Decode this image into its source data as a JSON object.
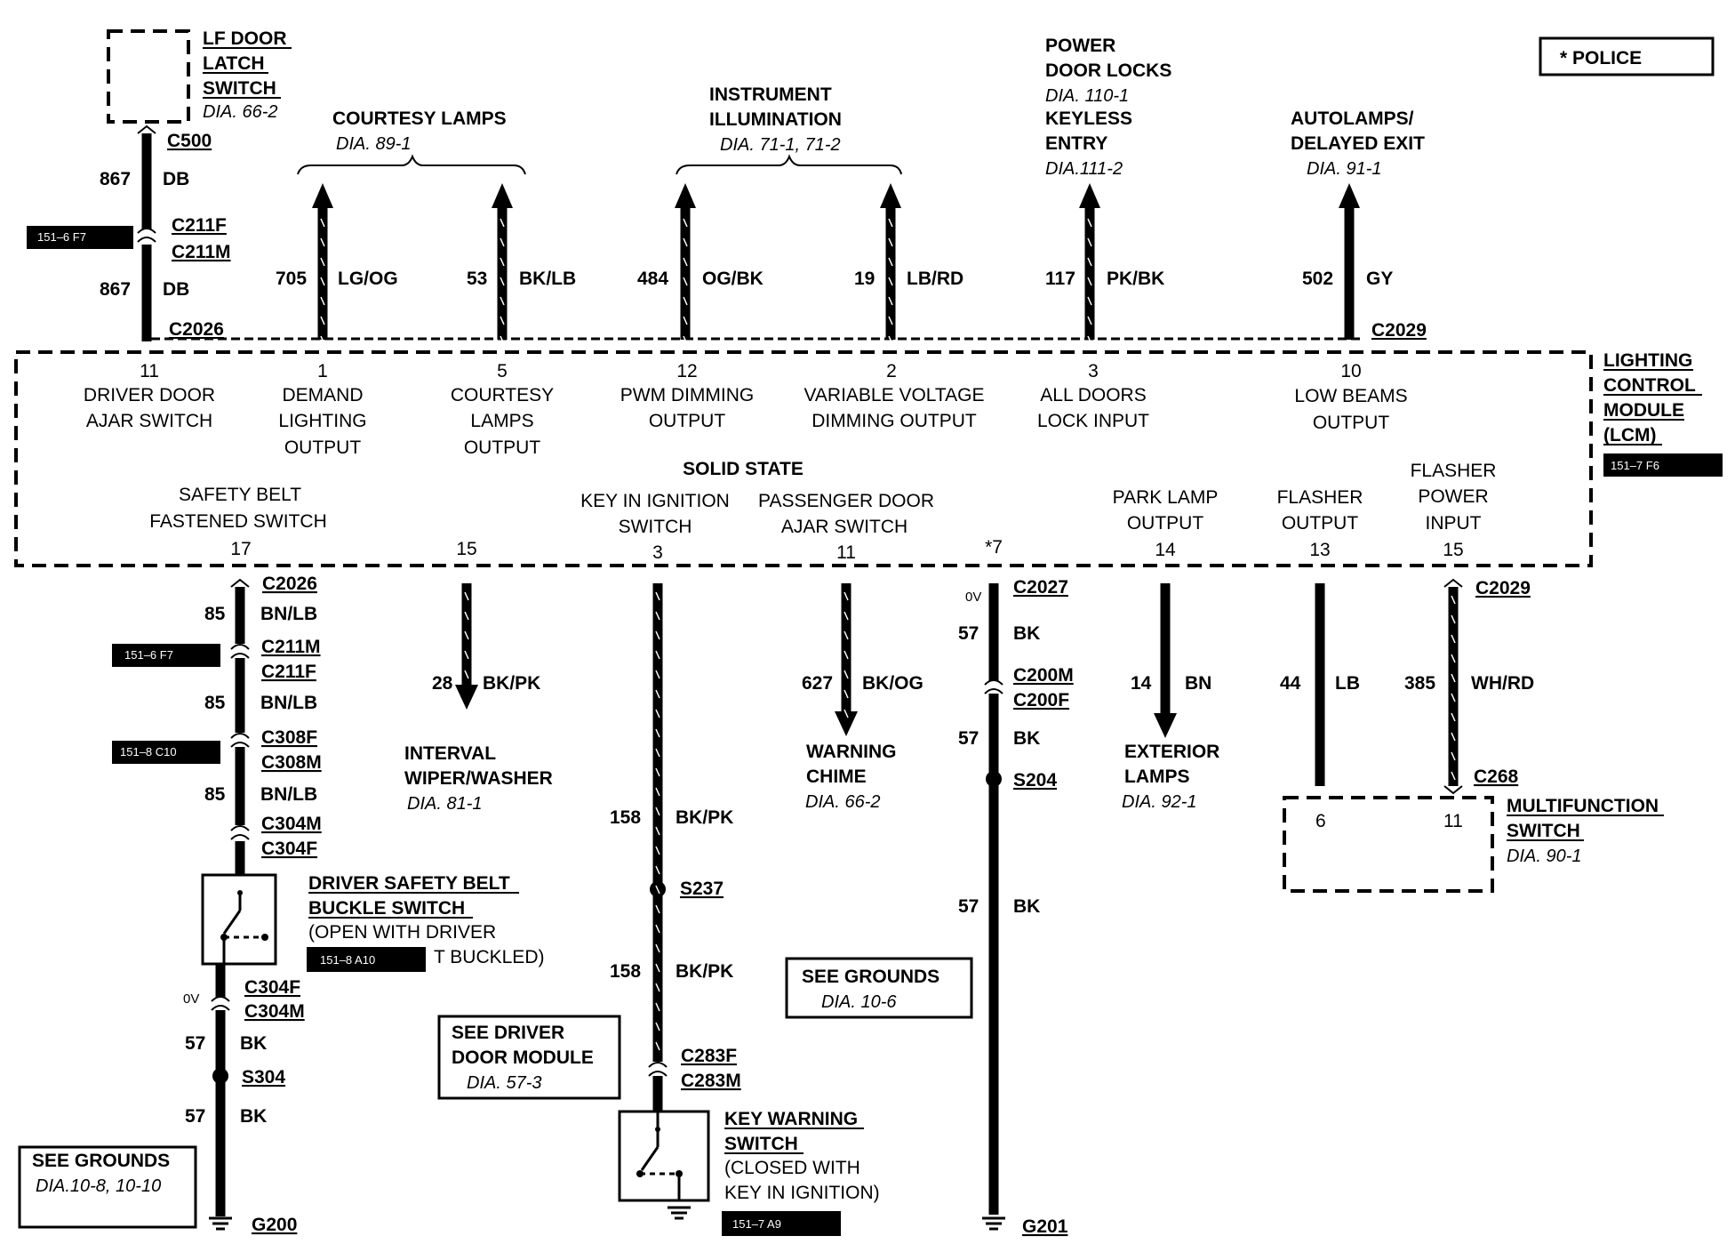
{
  "police_note": "* POLICE",
  "lcm": {
    "name": [
      "LIGHTING",
      "CONTROL",
      "MODULE",
      "(LCM)"
    ],
    "ref_tag": "151–7 F6",
    "solid_state": "SOLID STATE",
    "pins_top": [
      {
        "pin": "11",
        "label": [
          "DRIVER DOOR",
          "AJAR SWITCH"
        ]
      },
      {
        "pin": "1",
        "label": [
          "DEMAND",
          "LIGHTING",
          "OUTPUT"
        ]
      },
      {
        "pin": "5",
        "label": [
          "COURTESY",
          "LAMPS",
          "OUTPUT"
        ]
      },
      {
        "pin": "12",
        "label": [
          "PWM DIMMING",
          "OUTPUT"
        ]
      },
      {
        "pin": "2",
        "label": [
          "VARIABLE  VOLTAGE",
          "DIMMING OUTPUT"
        ]
      },
      {
        "pin": "3",
        "label": [
          "ALL DOORS",
          "LOCK INPUT"
        ]
      },
      {
        "pin": "10",
        "label": [
          "LOW BEAMS",
          "OUTPUT"
        ]
      }
    ],
    "pins_bottom": [
      {
        "pin": "17",
        "label": [
          "SAFETY BELT",
          "FASTENED SWITCH"
        ]
      },
      {
        "pin": "15",
        "label": []
      },
      {
        "pin": "3",
        "label": [
          "KEY IN IGNITION",
          "SWITCH"
        ]
      },
      {
        "pin": "11",
        "label": [
          "PASSENGER DOOR",
          "AJAR SWITCH"
        ]
      },
      {
        "pin": "*7",
        "label": []
      },
      {
        "pin": "14",
        "label": [
          "PARK LAMP",
          "OUTPUT"
        ]
      },
      {
        "pin": "13",
        "label": [
          "FLASHER",
          "OUTPUT"
        ]
      },
      {
        "pin": "15",
        "label": [
          "FLASHER",
          "POWER",
          "INPUT"
        ]
      }
    ]
  },
  "top_targets": {
    "lf_door": {
      "name": [
        "LF DOOR",
        "LATCH",
        "SWITCH"
      ],
      "dia": "DIA. 66-2"
    },
    "courtesy": {
      "name": "COURTESY LAMPS",
      "dia": "DIA. 89-1"
    },
    "instrument": {
      "name": [
        "INSTRUMENT",
        "ILLUMINATION"
      ],
      "dia": "DIA. 71-1, 71-2"
    },
    "power_locks": {
      "name": [
        "POWER",
        "DOOR LOCKS"
      ],
      "dia": "DIA. 110-1",
      "name2": [
        "KEYLESS",
        "ENTRY"
      ],
      "dia2": "DIA.111-2"
    },
    "autolamps": {
      "name": [
        "AUTOLAMPS/",
        "DELAYED EXIT"
      ],
      "dia": "DIA. 91-1"
    }
  },
  "top_wires": [
    {
      "circuit": "867",
      "color": "DB"
    },
    {
      "circuit": "867",
      "color": "DB"
    },
    {
      "circuit": "705",
      "color": "LG/OG"
    },
    {
      "circuit": "53",
      "color": "BK/LB"
    },
    {
      "circuit": "484",
      "color": "OG/BK"
    },
    {
      "circuit": "19",
      "color": "LB/RD"
    },
    {
      "circuit": "117",
      "color": "PK/BK"
    },
    {
      "circuit": "502",
      "color": "GY"
    }
  ],
  "connectors": {
    "c500": "C500",
    "c211f": "C211F",
    "c211m": "C211M",
    "c2026": "C2026",
    "c2029": "C2029",
    "c2026b": "C2026",
    "c211m_b": "C211M",
    "c211f_b": "C211F",
    "c308f": "C308F",
    "c308m": "C308M",
    "c304m": "C304M",
    "c304f": "C304F",
    "c304f_b": "C304F",
    "c304m_b": "C304M",
    "s304": "S304",
    "g200": "G200",
    "s237": "S237",
    "c283f": "C283F",
    "c283m": "C283M",
    "c2027": "C2027",
    "c200m": "C200M",
    "c200f": "C200F",
    "s204": "S204",
    "g201": "G201",
    "c2029b": "C2029",
    "c268": "C268"
  },
  "ref_tags": {
    "t1": "151–6 F7",
    "t2": "151–6 F7",
    "t3": "151–8 C10",
    "t4": "151–8 A10",
    "t5": "151–7 A9"
  },
  "bottom_wires": {
    "belt1": {
      "circuit": "85",
      "color": "BN/LB"
    },
    "belt2": {
      "circuit": "85",
      "color": "BN/LB"
    },
    "belt3": {
      "circuit": "85",
      "color": "BN/LB"
    },
    "belt_gnd1": {
      "circuit": "57",
      "color": "BK",
      "volt": "0V"
    },
    "belt_gnd2": {
      "circuit": "57",
      "color": "BK"
    },
    "wiper": {
      "circuit": "28",
      "color": "BK/PK"
    },
    "key1": {
      "circuit": "158",
      "color": "BK/PK"
    },
    "key2": {
      "circuit": "158",
      "color": "BK/PK"
    },
    "chime": {
      "circuit": "627",
      "color": "BK/OG"
    },
    "gnd1": {
      "circuit": "57",
      "color": "BK",
      "volt": "0V"
    },
    "gnd2": {
      "circuit": "57",
      "color": "BK"
    },
    "gnd3": {
      "circuit": "57",
      "color": "BK"
    },
    "ext": {
      "circuit": "14",
      "color": "BN"
    },
    "flash1": {
      "circuit": "44",
      "color": "LB"
    },
    "flash2": {
      "circuit": "385",
      "color": "WH/RD"
    }
  },
  "components": {
    "buckle": {
      "name": [
        "DRIVER SAFETY BELT",
        "BUCKLE SWITCH"
      ],
      "note": [
        "(OPEN WITH DRIVER",
        "T BUCKLED)"
      ]
    },
    "key_warn": {
      "name": [
        "KEY WARNING",
        "SWITCH"
      ],
      "note": [
        "(CLOSED WITH",
        "KEY IN IGNITION)"
      ]
    },
    "wiper": {
      "name": [
        "INTERVAL",
        "WIPER/WASHER"
      ],
      "dia": "DIA. 81-1"
    },
    "chime": {
      "name": [
        "WARNING",
        "CHIME"
      ],
      "dia": "DIA. 66-2"
    },
    "exterior": {
      "name": [
        "EXTERIOR",
        "LAMPS"
      ],
      "dia": "DIA. 92-1"
    },
    "multifunction": {
      "name": [
        "MULTIFUNCTION",
        "SWITCH"
      ],
      "dia": "DIA. 90-1",
      "pin_a": "6",
      "pin_b": "11"
    }
  },
  "notes": {
    "grounds1": {
      "title": "SEE GROUNDS",
      "dia": "DIA.10-8, 10-10"
    },
    "ddm": {
      "title": [
        "SEE DRIVER",
        "DOOR MODULE"
      ],
      "dia": "DIA. 57-3"
    },
    "grounds2": {
      "title": "SEE GROUNDS",
      "dia": "DIA. 10-6"
    }
  }
}
